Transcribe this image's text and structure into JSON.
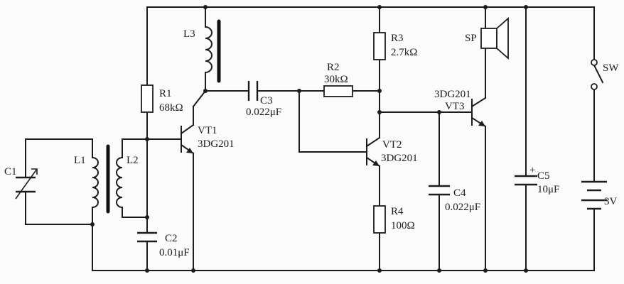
{
  "labels": {
    "c1": "C1",
    "l1": "L1",
    "l2": "L2",
    "l3": "L3",
    "r1": "R1",
    "r1_value": "68kΩ",
    "c2": "C2",
    "c2_value": "0.01μF",
    "vt1": "VT1",
    "vt1_model": "3DG201",
    "c3": "C3",
    "c3_value": "0.022μF",
    "r2": "R2",
    "r2_value": "30kΩ",
    "r3": "R3",
    "r3_value": "2.7kΩ",
    "vt2": "VT2",
    "vt2_model": "3DG201",
    "r4": "R4",
    "r4_value": "100Ω",
    "vt3_model": "3DG201",
    "vt3": "VT3",
    "c4": "C4",
    "c4_value": "0.022μF",
    "sp": "SP",
    "c5": "C5",
    "c5_value": "10μF",
    "sw": "SW",
    "battery_value": "3V",
    "c5_polarity": "+"
  }
}
